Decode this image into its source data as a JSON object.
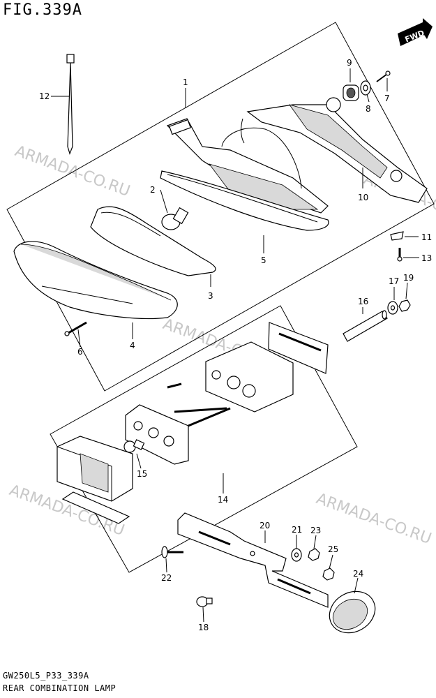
{
  "figure": {
    "title": "FIG.339A",
    "model_code": "GW250L5_P33_339A",
    "caption": "REAR COMBINATION LAMP"
  },
  "direction_badge": "FWD",
  "watermark": "ARMADA-CO.RU",
  "callouts": {
    "p1": "1",
    "p2": "2",
    "p3": "3",
    "p4": "4",
    "p5": "5",
    "p6": "6",
    "p7": "7",
    "p8": "8",
    "p9": "9",
    "p10": "10",
    "p11": "11",
    "p12": "12",
    "p13": "13",
    "p14": "14",
    "p15": "15",
    "p16": "16",
    "p17": "17",
    "p18": "18",
    "p19": "19",
    "p20": "20",
    "p21": "21",
    "p22": "22",
    "p23": "23",
    "p24": "24",
    "p25": "25"
  }
}
